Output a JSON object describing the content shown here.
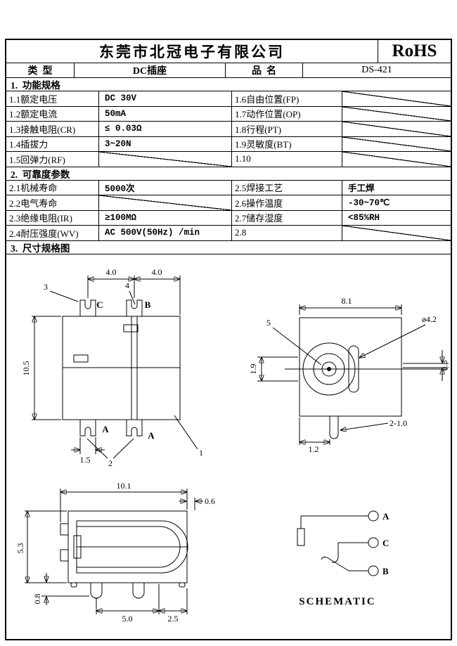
{
  "header": {
    "company": "东莞市北冠电子有限公司",
    "rohs": "RoHS"
  },
  "title_row": {
    "type_label": "类  型",
    "type_value": "DC插座",
    "name_label": "品  名",
    "name_value": "DS-421"
  },
  "section1": {
    "title": "1.  功能规格",
    "rows": [
      {
        "l1": "1.1额定电压",
        "v1": "DC 30V",
        "l2": "1.6自由位置(FP)",
        "v2": ""
      },
      {
        "l1": "1.2额定电流",
        "v1": "50mA",
        "l2": "1.7动作位置(OP)",
        "v2": ""
      },
      {
        "l1": "1.3接触电阻(CR)",
        "v1": "≤ 0.03Ω",
        "l2": "1.8行程(PT)",
        "v2": ""
      },
      {
        "l1": "1.4插拔力",
        "v1": "3~20N",
        "l2": "1.9灵敏度(BT)",
        "v2": ""
      },
      {
        "l1": "1.5回弹力(RF)",
        "v1": "",
        "l2": "1.10",
        "v2": ""
      }
    ]
  },
  "section2": {
    "title": "2.  可靠度参数",
    "rows": [
      {
        "l1": "2.1机械寿命",
        "v1": "5000次",
        "l2": "2.5焊接工艺",
        "v2": "手工焊"
      },
      {
        "l1": "2.2电气寿命",
        "v1": "",
        "l2": "2.6操作温度",
        "v2": "-30~70℃"
      },
      {
        "l1": "2.3绝缘电阻(IR)",
        "v1": "≥100MΩ",
        "l2": "2.7储存湿度",
        "v2": "<85%RH"
      },
      {
        "l1": "2.4耐压强度(WV)",
        "v1": "AC 500V(50Hz) /min",
        "l2": "2.8",
        "v2": ""
      }
    ]
  },
  "section3": {
    "title": "3.  尺寸规格图"
  },
  "drawing": {
    "front_view": {
      "dim_pin_pitch": "4.0",
      "dim_pin_to_edge": "4.0",
      "dim_height": "10.5",
      "dim_pin_width": "1.5",
      "pin_c": "C",
      "pin_b": "B",
      "pin_a_left": "A",
      "pin_a_right": "A",
      "callout_1": "1",
      "callout_2": "2",
      "callout_3": "3",
      "callout_4": "4"
    },
    "side_view": {
      "dim_width": "8.1",
      "dim_barrel": "ø4.2",
      "dim_depth": "1.9",
      "dim_edge": "0.3",
      "dim_pin_offset": "1.2",
      "dim_pins": "2-1.0",
      "callout_5": "5"
    },
    "bottom_view": {
      "dim_width": "10.1",
      "dim_step": "0.6",
      "dim_height": "5.3",
      "dim_pin_len": "0.8",
      "dim_pin_pitch": "5.0",
      "dim_pin_edge": "2.5"
    },
    "schematic": {
      "title": "SCHEMATIC",
      "pin_a": "A",
      "pin_c": "C",
      "pin_b": "B"
    }
  }
}
